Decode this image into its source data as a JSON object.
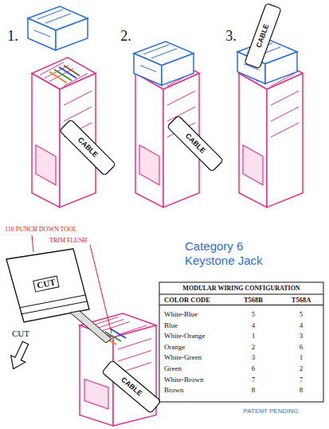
{
  "diagram": {
    "title": "Category 6 Keystone Jack",
    "labels": [
      "1.",
      "CABLE",
      "2.",
      "CABLE",
      "3.",
      "CABLE",
      "110 PUNCH DOWN TOOL",
      "TRIM FLUSH",
      "CUT",
      "CUT",
      "CABLE",
      "MODULAR WIRING CONFIGURATION",
      "COLOR CODE",
      "T568B",
      "T568A",
      "White-Blue",
      "5",
      "5",
      "Blue",
      "4",
      "4",
      "White-Orange",
      "1",
      "3",
      "Orange",
      "2",
      "6",
      "White-Green",
      "3",
      "1",
      "Green",
      "6",
      "2",
      "White-Brown",
      "7",
      "7",
      "Brown",
      "8",
      "8",
      "PATENT PENDING"
    ]
  }
}
